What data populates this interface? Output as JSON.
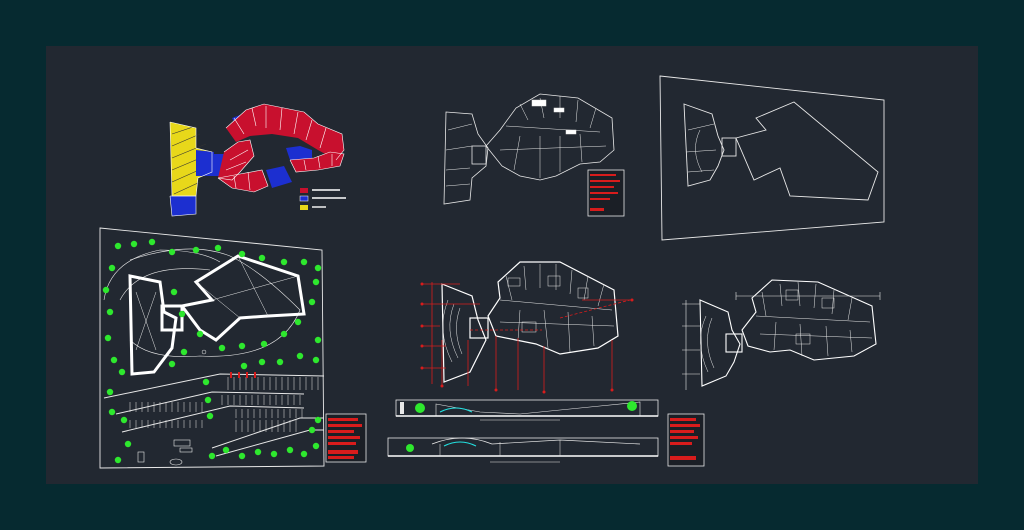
{
  "viewer": {
    "background_color": "#062a30",
    "canvas_color": "#222831"
  },
  "colors": {
    "line": "#e8e8e8",
    "red_zone": "#c8102e",
    "blue_zone": "#1c2fd0",
    "yellow_zone": "#e8d81a",
    "tree": "#2ee82e",
    "dimension": "#d81c1c",
    "cyan": "#22e0e0"
  },
  "drawings": [
    {
      "id": "zoning-plan",
      "kind": "color zoning diagram with legend"
    },
    {
      "id": "floor-plan-outline",
      "kind": "floor plan outline with title block"
    },
    {
      "id": "massing-outline",
      "kind": "building outline inside site boundary"
    },
    {
      "id": "site-plan",
      "kind": "site plan with trees and parking"
    },
    {
      "id": "dimensioned-floor-plan",
      "kind": "floor plan with red dimension lines"
    },
    {
      "id": "elevations",
      "kind": "two longitudinal elevations"
    },
    {
      "id": "second-floor-plan",
      "kind": "floor plan with dimension lines"
    }
  ]
}
